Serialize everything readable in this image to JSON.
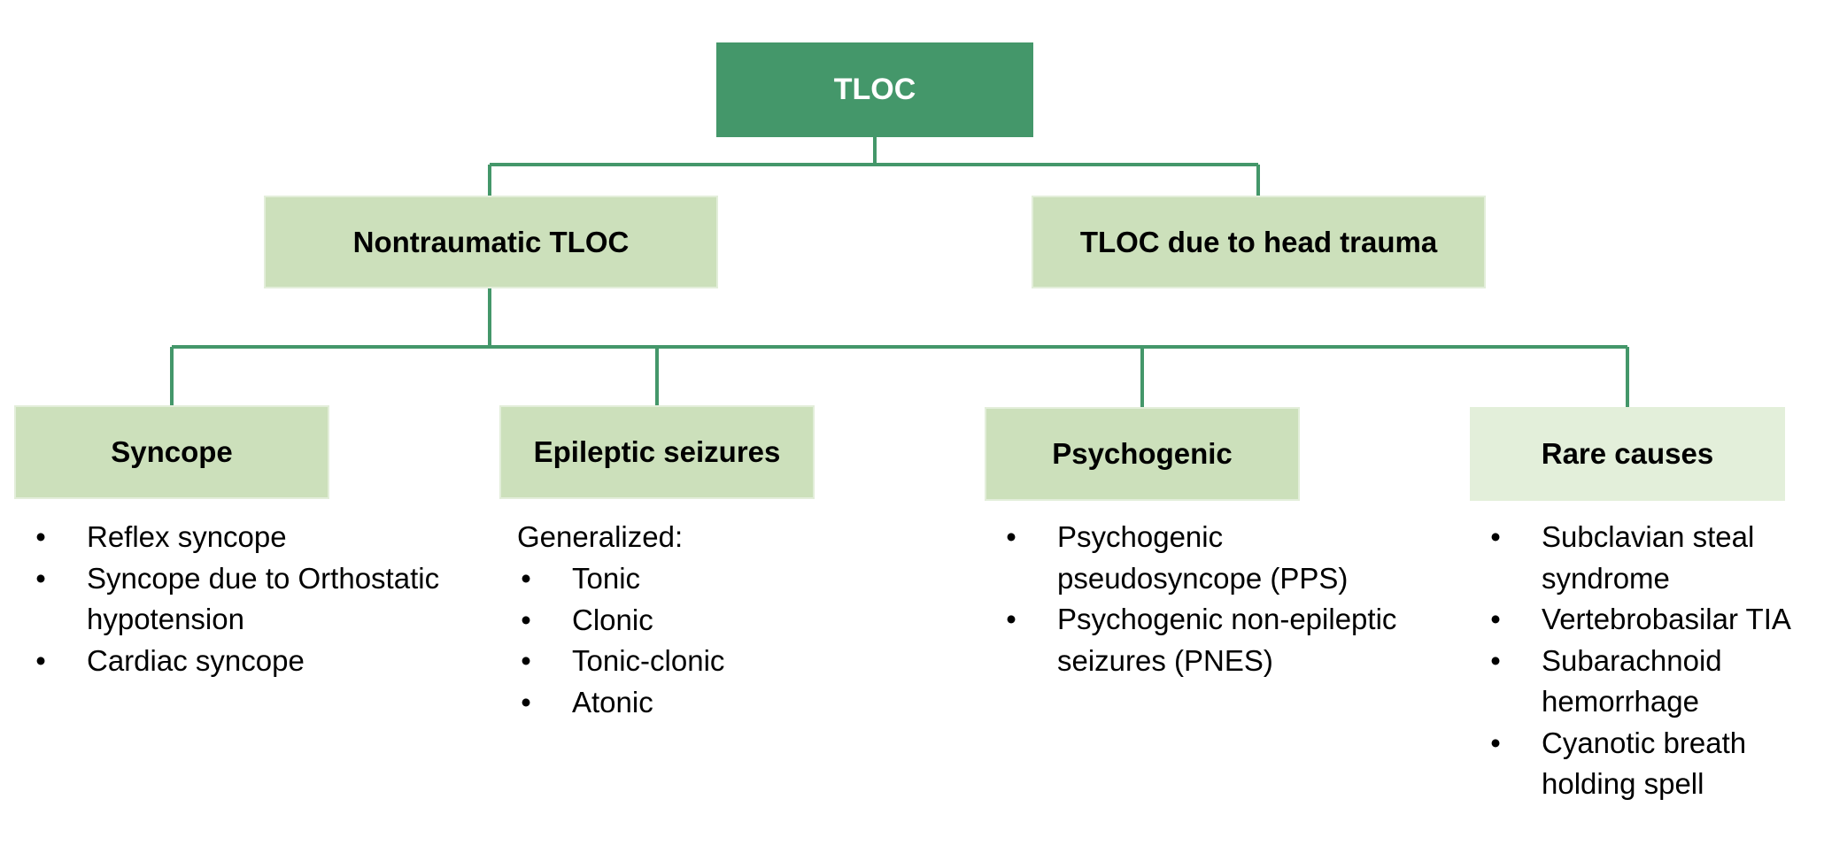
{
  "diagram": {
    "line_color": "#44976a",
    "root": {
      "label": "TLOC",
      "fill": "#44976a",
      "text_color": "#ffffff"
    },
    "level1": [
      {
        "label": "Nontraumatic TLOC",
        "fill": "#cce0bb"
      },
      {
        "label": "TLOC due to head trauma",
        "fill": "#cce0bb"
      }
    ],
    "level2": [
      {
        "label": "Syncope",
        "fill": "#cce0bb",
        "items": [
          "Reflex syncope",
          "Syncope due to Orthostatic hypotension",
          "Cardiac syncope"
        ]
      },
      {
        "label": "Epileptic seizures",
        "fill": "#cce0bb",
        "heading": "Generalized:",
        "items": [
          "Tonic",
          "Clonic",
          "Tonic-clonic",
          "Atonic"
        ]
      },
      {
        "label": "Psychogenic",
        "fill": "#cce0bb",
        "items": [
          "Psychogenic pseudosyncope (PPS)",
          "Psychogenic non-epileptic seizures (PNES)"
        ]
      },
      {
        "label": "Rare causes",
        "fill": "#e3efda",
        "items": [
          "Subclavian steal syndrome",
          "Vertebrobasilar TIA",
          "Subarachnoid hemorrhage",
          "Cyanotic breath holding spell"
        ]
      }
    ],
    "bullet_symbol": "•"
  }
}
